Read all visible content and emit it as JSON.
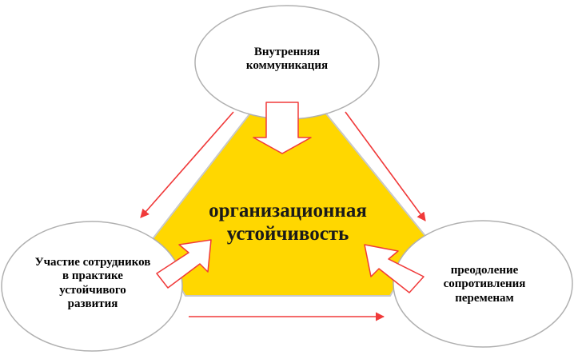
{
  "diagram": {
    "center_label": [
      "организационная",
      "устойчивость"
    ],
    "nodes": {
      "top": [
        "Внутренняя",
        "коммуникация"
      ],
      "left": [
        "Участие сотрудников",
        "в практике",
        "устойчивого",
        "развития"
      ],
      "right": [
        "преодоление",
        "сопротивления",
        "переменам"
      ]
    },
    "colors": {
      "triangle_fill": "#ffd700",
      "triangle_stroke": "#c8c8c8",
      "arrow_stroke": "#f03a3a",
      "ellipse_stroke": "#b0b0b0",
      "ellipse_fill": "#ffffff"
    }
  }
}
